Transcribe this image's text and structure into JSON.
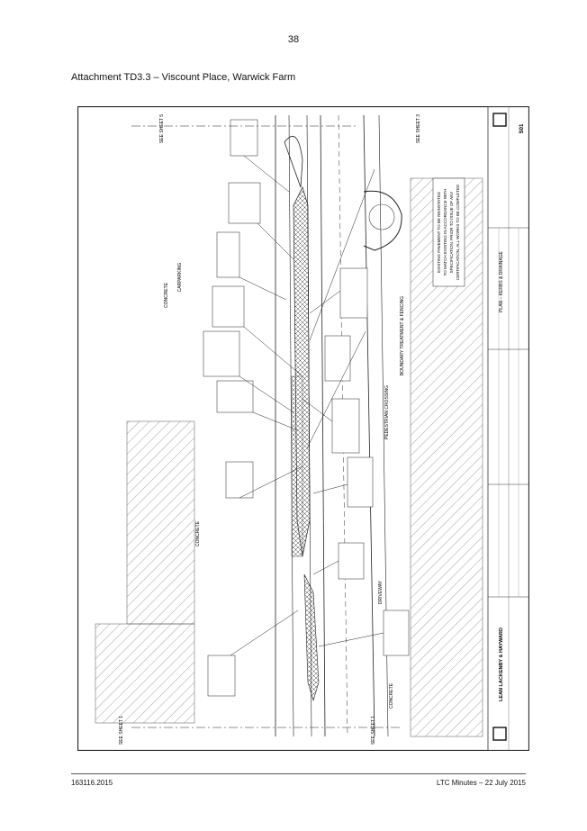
{
  "page": {
    "number": "38",
    "attachment_title": "Attachment TD3.3 – Viscount Place, Warwick Farm"
  },
  "drawing": {
    "labels": {
      "see_sheet_top_left": "SEE SHEET 5",
      "see_sheet_top_right": "SEE SHEET 3",
      "see_sheet_bottom_left": "SEE SHEET 1",
      "see_sheet_bottom_right": "SEE SHEET 1",
      "carparking": "CARPARKING",
      "concrete_upper": "CONCRETE",
      "concrete_mid": "CONCRETE",
      "concrete_lower": "CONCRETE",
      "driveway": "DRIVEWAY",
      "pedestrian_crossing": "PEDESTRIAN CROSSING",
      "boundary_note": "BOUNDARY TREATMENT & FENCING",
      "plan_title": "PLAN – KERBS & DRAINAGE",
      "company": "LEAN LACKENBY & HAYWARD",
      "notice_1": "EXISTING PAVEMENT TO BE REINSTATED",
      "notice_2": "TO MATCH EXISTING IN ACCORDANCE WITH",
      "notice_3": "SPECIFICATION. PRIOR TO ISSUE OF ANY",
      "notice_4": "CERTIFICATION, ALL WORKS TO BE COMPLETED",
      "sheet_no": "S01"
    }
  },
  "footer": {
    "left": "163116.2015",
    "right": "LTC Minutes – 22 July 2015"
  }
}
